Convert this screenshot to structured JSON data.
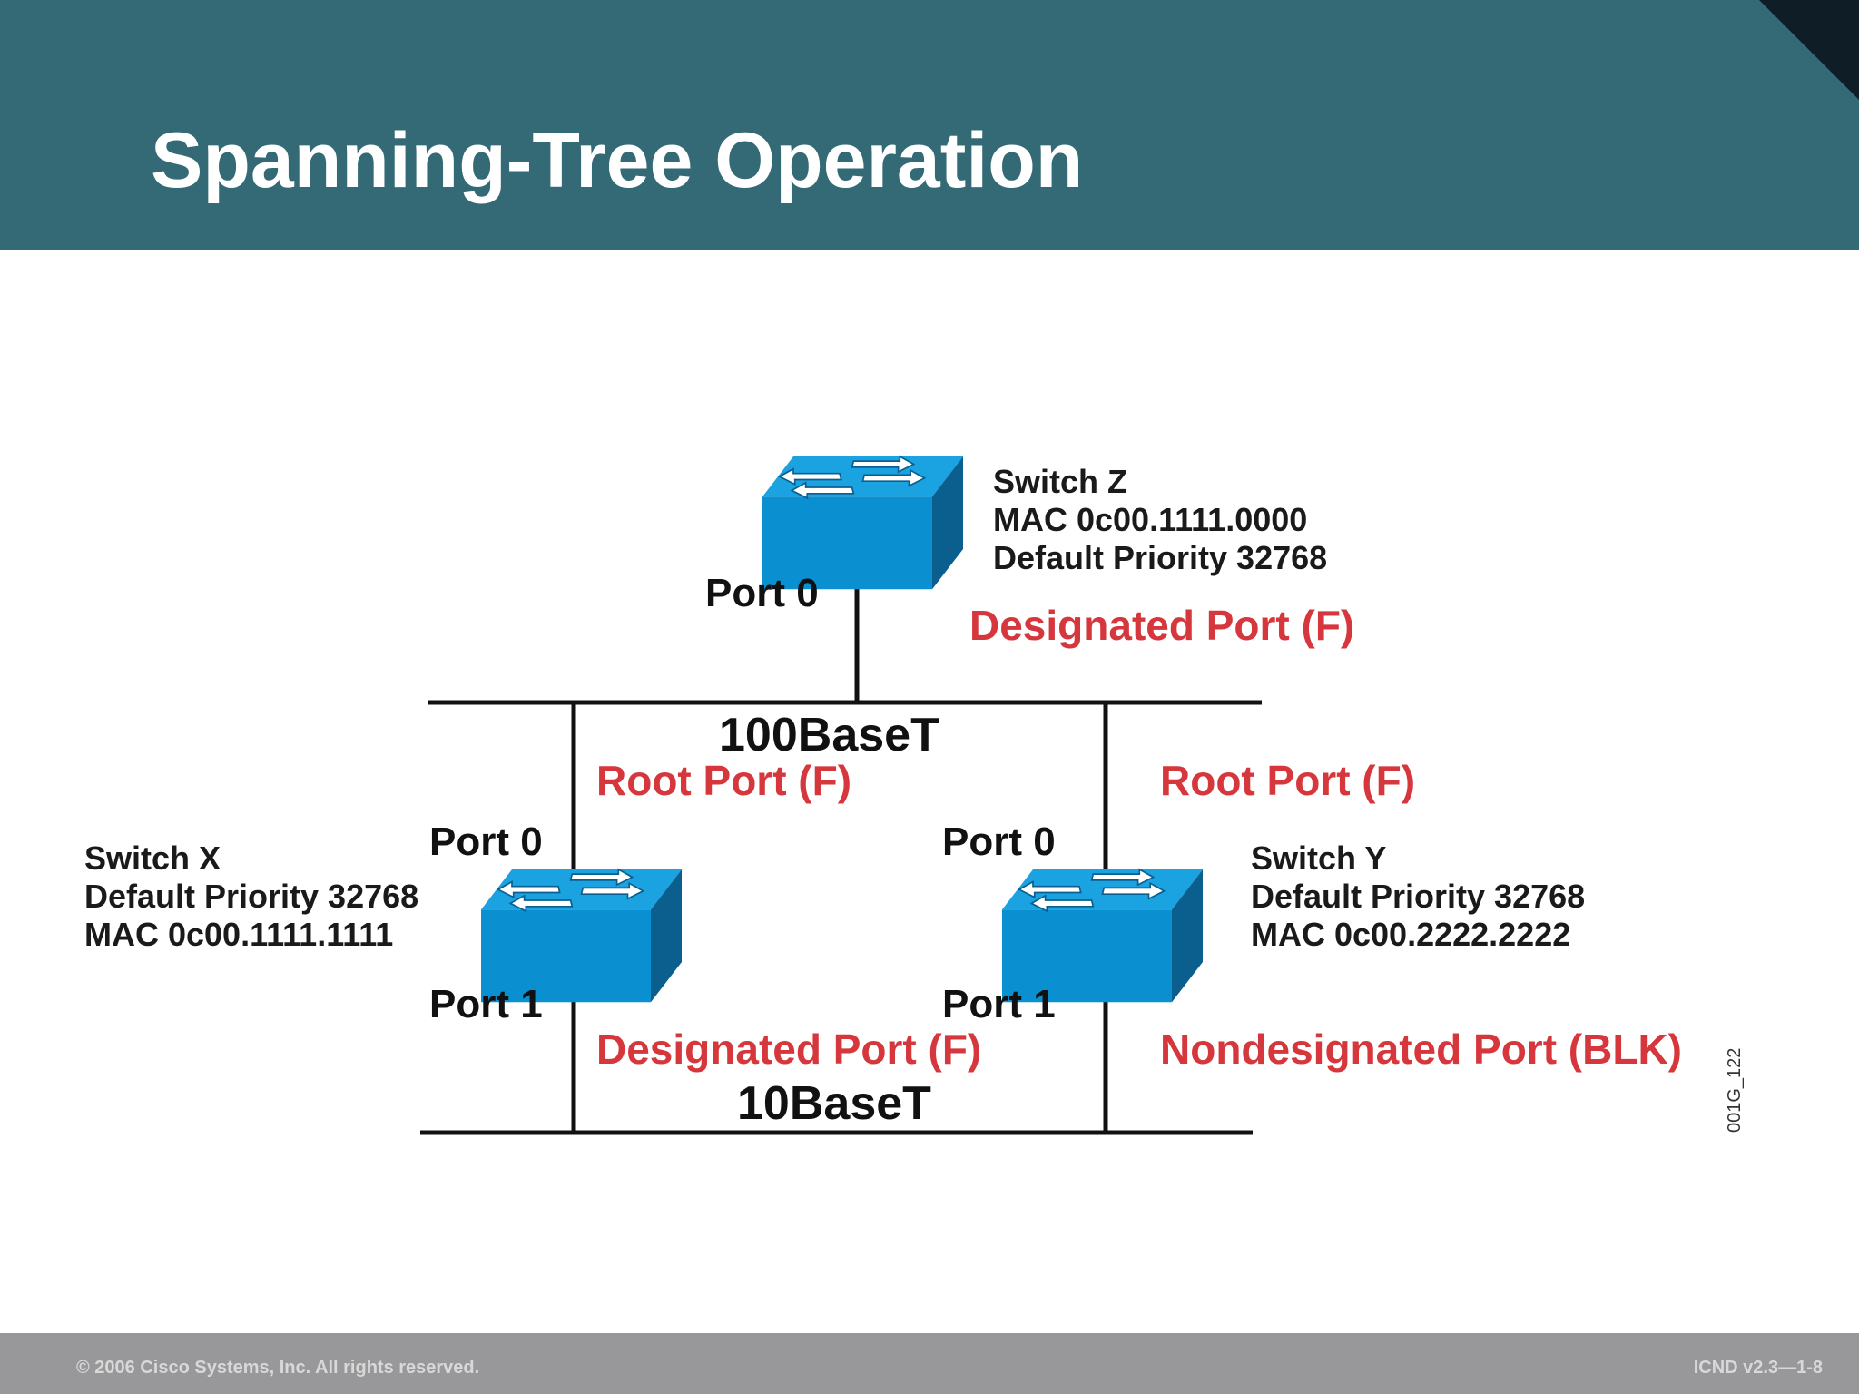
{
  "slide": {
    "title": "Spanning-Tree Operation",
    "copyright": "© 2006 Cisco Systems, Inc. All rights reserved.",
    "slide_number": "ICND v2.3—1-8",
    "figure_id": "001G_122"
  },
  "colors": {
    "header": "#336a75",
    "footer": "#98989a",
    "port_role": "#d6373c",
    "switch_top": "#1aa3e0",
    "switch_front": "#0a8fd1",
    "switch_side": "#0b5f8f"
  },
  "icons": [
    "switch-icon"
  ],
  "segments": {
    "top": "100BaseT",
    "bottom": "10BaseT"
  },
  "switch_z": {
    "name": "Switch Z",
    "mac": "MAC 0c00.1111.0000",
    "priority": "Default Priority 32768",
    "port0": "Port 0",
    "port0_role": "Designated Port (F)"
  },
  "switch_x": {
    "name": "Switch X",
    "priority": "Default Priority 32768",
    "mac": "MAC 0c00.1111.1111",
    "port0": "Port 0",
    "port0_role": "Root Port (F)",
    "port1": "Port 1",
    "port1_role": "Designated Port (F)"
  },
  "switch_y": {
    "name": "Switch Y",
    "priority": "Default Priority 32768",
    "mac": "MAC 0c00.2222.2222",
    "port0": "Port 0",
    "port0_role": "Root Port (F)",
    "port1": "Port 1",
    "port1_role": "Nondesignated Port (BLK)"
  }
}
